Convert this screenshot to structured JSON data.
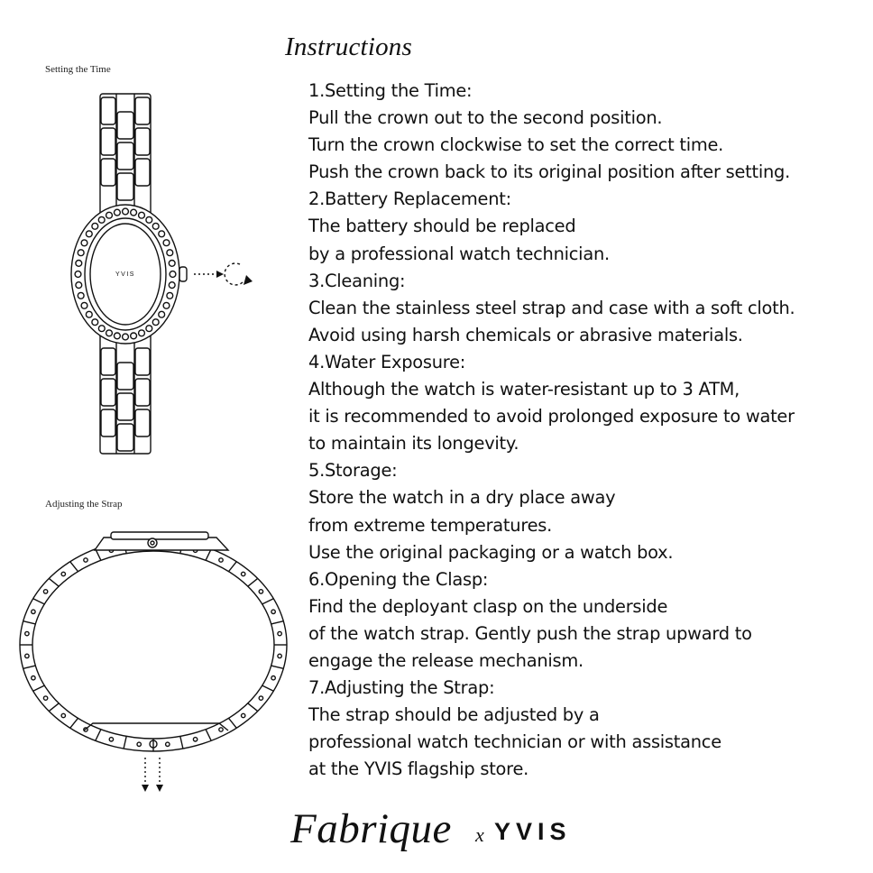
{
  "title": "Instructions",
  "figures": {
    "setting_time_label": "Setting the Time",
    "adjusting_strap_label": "Adjusting the Strap",
    "dial_logo": "YVIS"
  },
  "instructions": [
    {
      "heading": "1.Setting the Time:",
      "lines": [
        "Pull the crown out to the second position.",
        "Turn the crown clockwise to set the correct time.",
        "Push the crown back to its original position after setting."
      ]
    },
    {
      "heading": "2.Battery Replacement:",
      "lines": [
        "The battery should be replaced",
        "by a professional watch technician."
      ]
    },
    {
      "heading": "3.Cleaning:",
      "lines": [
        "Clean the stainless steel strap and case with a soft cloth.",
        "Avoid using harsh chemicals or abrasive materials."
      ]
    },
    {
      "heading": "4.Water Exposure:",
      "lines": [
        "Although the watch is water-resistant up to 3 ATM,",
        "it is recommended to avoid prolonged exposure to water",
        "to maintain its longevity."
      ]
    },
    {
      "heading": "5.Storage:",
      "lines": [
        "Store the watch in a dry place away",
        "from extreme temperatures.",
        "Use the original packaging or a watch box."
      ]
    },
    {
      "heading": "6.Opening the Clasp:",
      "lines": [
        "Find the deployant clasp on the underside",
        "of the watch strap. Gently push the strap upward to",
        "engage the release mechanism."
      ]
    },
    {
      "heading": "7.Adjusting the Strap:",
      "lines": [
        "The strap should be adjusted by a",
        "professional watch technician or with assistance",
        "at the YVIS flagship store."
      ]
    }
  ],
  "footer": {
    "brand_script": "Fabrique",
    "separator": "x",
    "brand": "YVIS"
  }
}
